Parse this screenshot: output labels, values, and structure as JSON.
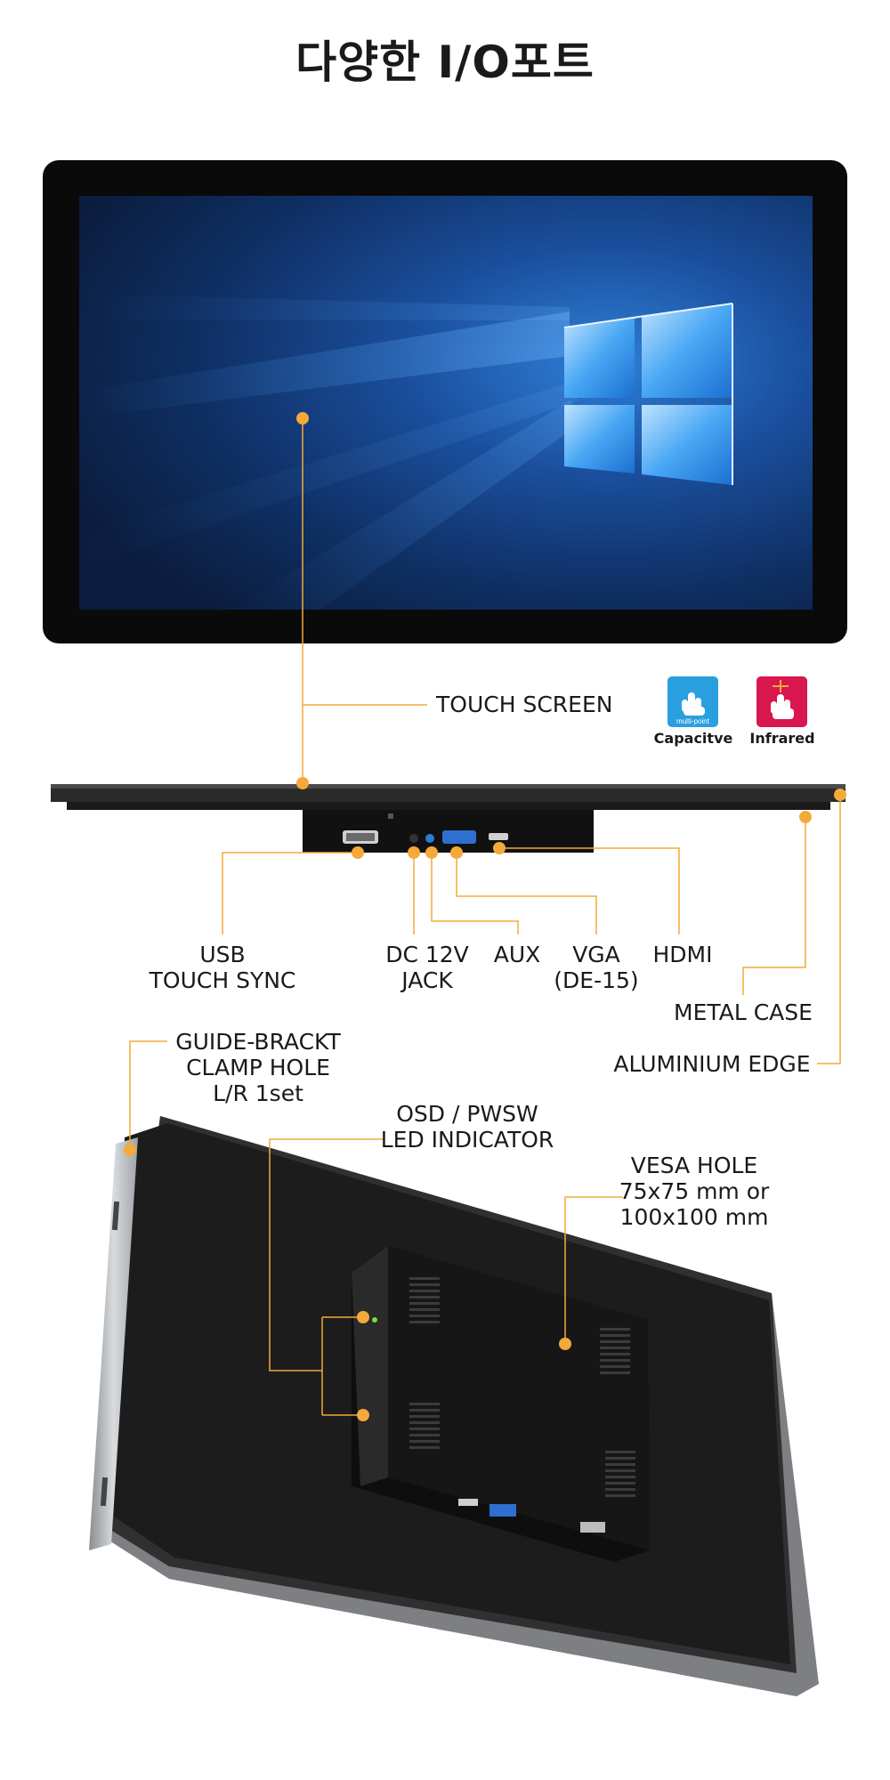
{
  "page": {
    "title": "다양한 I/O포트"
  },
  "colors": {
    "accent": "#f4a93b",
    "bezel": "#0a0a0a",
    "capacitive_badge": "#2a9fe0",
    "infrared_badge": "#d8174f"
  },
  "labels": {
    "touch_screen": "TOUCH SCREEN",
    "usb_line1": "USB",
    "usb_line2": "TOUCH SYNC",
    "dc_line1": "DC 12V",
    "dc_line2": "JACK",
    "aux": "AUX",
    "vga_line1": "VGA",
    "vga_line2": "(DE-15)",
    "hdmi": "HDMI",
    "metal_case": "METAL CASE",
    "aluminium_edge": "ALUMINIUM EDGE",
    "guide_line1": "GUIDE-BRACKT",
    "guide_line2": "CLAMP HOLE",
    "guide_line3": "L/R 1set",
    "osd_line1": "OSD / PWSW",
    "osd_line2": "LED INDICATOR",
    "vesa_line1": "VESA HOLE",
    "vesa_line2": "75x75 mm or",
    "vesa_line3": "100x100 mm"
  },
  "badges": {
    "capacitive": {
      "inner_text": "multi-point",
      "caption": "Capacitve",
      "icon": "hand-touch-icon"
    },
    "infrared": {
      "caption": "Infrared",
      "icon": "hand-arrows-icon"
    }
  }
}
